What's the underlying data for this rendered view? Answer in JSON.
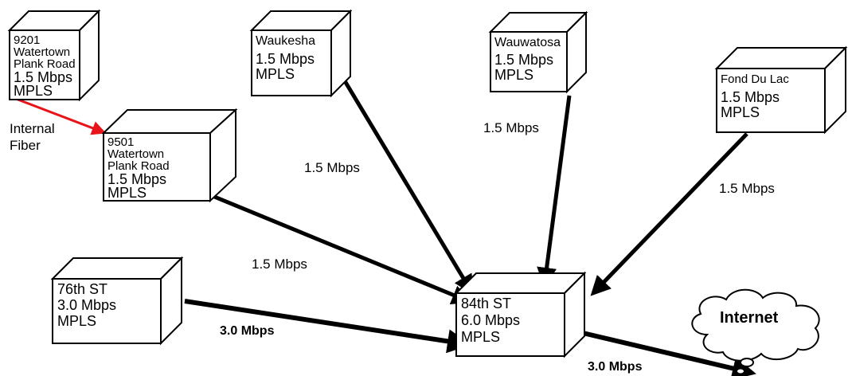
{
  "sites": {
    "watertown_9201": {
      "lines": [
        "9201",
        "Watertown",
        "Plank Road"
      ],
      "speed": "1.5 Mbps",
      "type": "MPLS"
    },
    "watertown_9501": {
      "lines": [
        "9501",
        "Watertown",
        "Plank Road"
      ],
      "speed": "1.5 Mbps",
      "type": "MPLS"
    },
    "waukesha": {
      "name": "Waukesha",
      "speed": "1.5 Mbps",
      "type": "MPLS"
    },
    "wauwatosa": {
      "name": "Wauwatosa",
      "speed": "1.5 Mbps",
      "type": "MPLS"
    },
    "fond_du_lac": {
      "name": "Fond Du Lac",
      "speed": "1.5 Mbps",
      "type": "MPLS"
    },
    "st_76th": {
      "name": "76th ST",
      "speed": "3.0 Mbps",
      "type": "MPLS"
    },
    "st_84th": {
      "name": "84th ST",
      "speed": "6.0 Mbps",
      "type": "MPLS"
    }
  },
  "links": {
    "internal_fiber": [
      "Internal",
      "Fiber"
    ],
    "waukesha_link": "1.5 Mbps",
    "wauwatosa_link": "1.5 Mbps",
    "fond_du_lac_link": "1.5 Mbps",
    "watertown_link": "1.5 Mbps",
    "st_76th_link": "3.0 Mbps",
    "internet_link": "3.0 Mbps"
  },
  "internet": {
    "label": "Internet"
  },
  "colors": {
    "fiber_link": "#e8141a",
    "link": "#000000"
  }
}
